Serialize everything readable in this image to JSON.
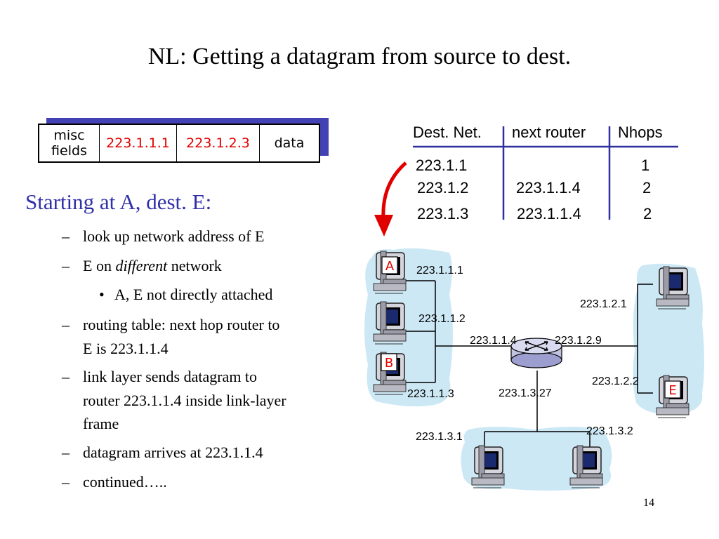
{
  "title": "NL: Getting a datagram from source to dest.",
  "datagram": {
    "misc": "misc\nfields",
    "src": "223.1.1.1",
    "dst": "223.1.2.3",
    "data": "data"
  },
  "steps": {
    "heading": "Starting at A, dest. E:",
    "item1": "look up network address of E",
    "item2_pre": "E on ",
    "item2_em": "different",
    "item2_post": " network",
    "sub1": "A, E not directly attached",
    "item3_l1": "routing table: next hop router to",
    "item3_l2": "E is 223.1.1.4",
    "item4_l1": "link layer sends datagram to",
    "item4_l2": "router 223.1.1.4 inside link-layer",
    "item4_l3": "frame",
    "item5": "datagram arrives at 223.1.1.4",
    "item6": "continued….."
  },
  "routing_table": {
    "headers": [
      "Dest. Net.",
      "next router",
      "Nhops"
    ],
    "rows": [
      [
        "223.1.1",
        "",
        "1"
      ],
      [
        "223.1.2",
        "223.1.1.4",
        "2"
      ],
      [
        "223.1.3",
        "223.1.1.4",
        "2"
      ]
    ]
  },
  "network": {
    "host_a": "A",
    "host_b": "B",
    "host_e": "E",
    "labels": {
      "a_ip": "223.1.1.1",
      "h2_ip": "223.1.1.2",
      "b_ip": "223.1.1.3",
      "r_if1": "223.1.1.4",
      "r_if2": "223.1.2.9",
      "r_if3": "223.1.3.27",
      "h21_ip": "223.1.2.1",
      "e_ip": "223.1.2.2",
      "h31_ip": "223.1.3.1",
      "h32_ip": "223.1.3.2"
    }
  },
  "page_number": "14",
  "colors": {
    "heading": "#3030a8",
    "dest_addr": "#e00000",
    "cloud": "#cde8f5",
    "arrow": "#e00000"
  }
}
